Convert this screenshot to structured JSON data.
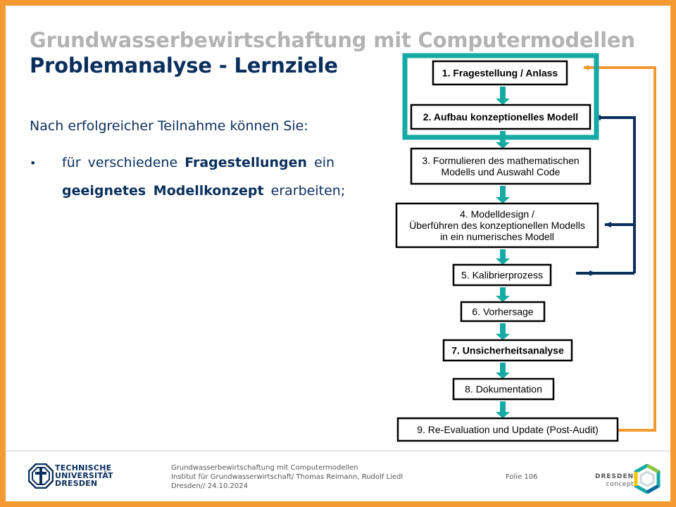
{
  "slide": {
    "title": "Grundwasserbewirtschaftung mit Computermodellen",
    "subtitle": "Problemanalyse - Lernziele"
  },
  "content": {
    "intro": "Nach erfolgreicher Teilnahme können Sie:",
    "bullet_symbol": "•",
    "bullet": {
      "part1": "für verschiedene ",
      "bold1": "Fragestellungen",
      "part2": " ein",
      "bold2": "geeignetes Modellkonzept",
      "part3": " erarbeiten;"
    }
  },
  "flowchart": {
    "steps": [
      {
        "lines": [
          "1. Fragestellung / Anlass"
        ],
        "bold": true
      },
      {
        "lines": [
          "2. Aufbau konzeptionelles Modell"
        ],
        "bold": true
      },
      {
        "lines": [
          "3. Formulieren des mathematischen",
          "Modells und Auswahl Code"
        ],
        "bold": false
      },
      {
        "lines": [
          "4. Modelldesign /",
          "Überführen des konzeptionellen Modells",
          "in ein numerisches Modell"
        ],
        "bold": false
      },
      {
        "lines": [
          "5. Kalibrierprozess"
        ],
        "bold": false
      },
      {
        "lines": [
          "6. Vorhersage"
        ],
        "bold": false
      },
      {
        "lines": [
          "7. Unsicherheitsanalyse"
        ],
        "bold": true
      },
      {
        "lines": [
          "8. Dokumentation"
        ],
        "bold": false
      },
      {
        "lines": [
          "9. Re-Evaluation und Update (Post-Audit)"
        ],
        "bold": false
      }
    ],
    "colors": {
      "highlight": "#16aaa5",
      "flow_arrow": "#16aaa5",
      "feedback_orange": "#f39a30",
      "feedback_navy": "#0a2f5c"
    }
  },
  "footer": {
    "logo_lines": [
      "TECHNISCHE",
      "UNIVERSITÄT",
      "DRESDEN"
    ],
    "info_lines": [
      "Grundwasserbewirtschaftung mit Computermodellen",
      "Institut für Grundwasserwirtschaft/ Thomas Reimann, Rudolf Liedl",
      "Dresden// 24.10.2024"
    ],
    "folie": "Folie 106",
    "dresden_concept": [
      "DRESDEN",
      "concept"
    ]
  }
}
